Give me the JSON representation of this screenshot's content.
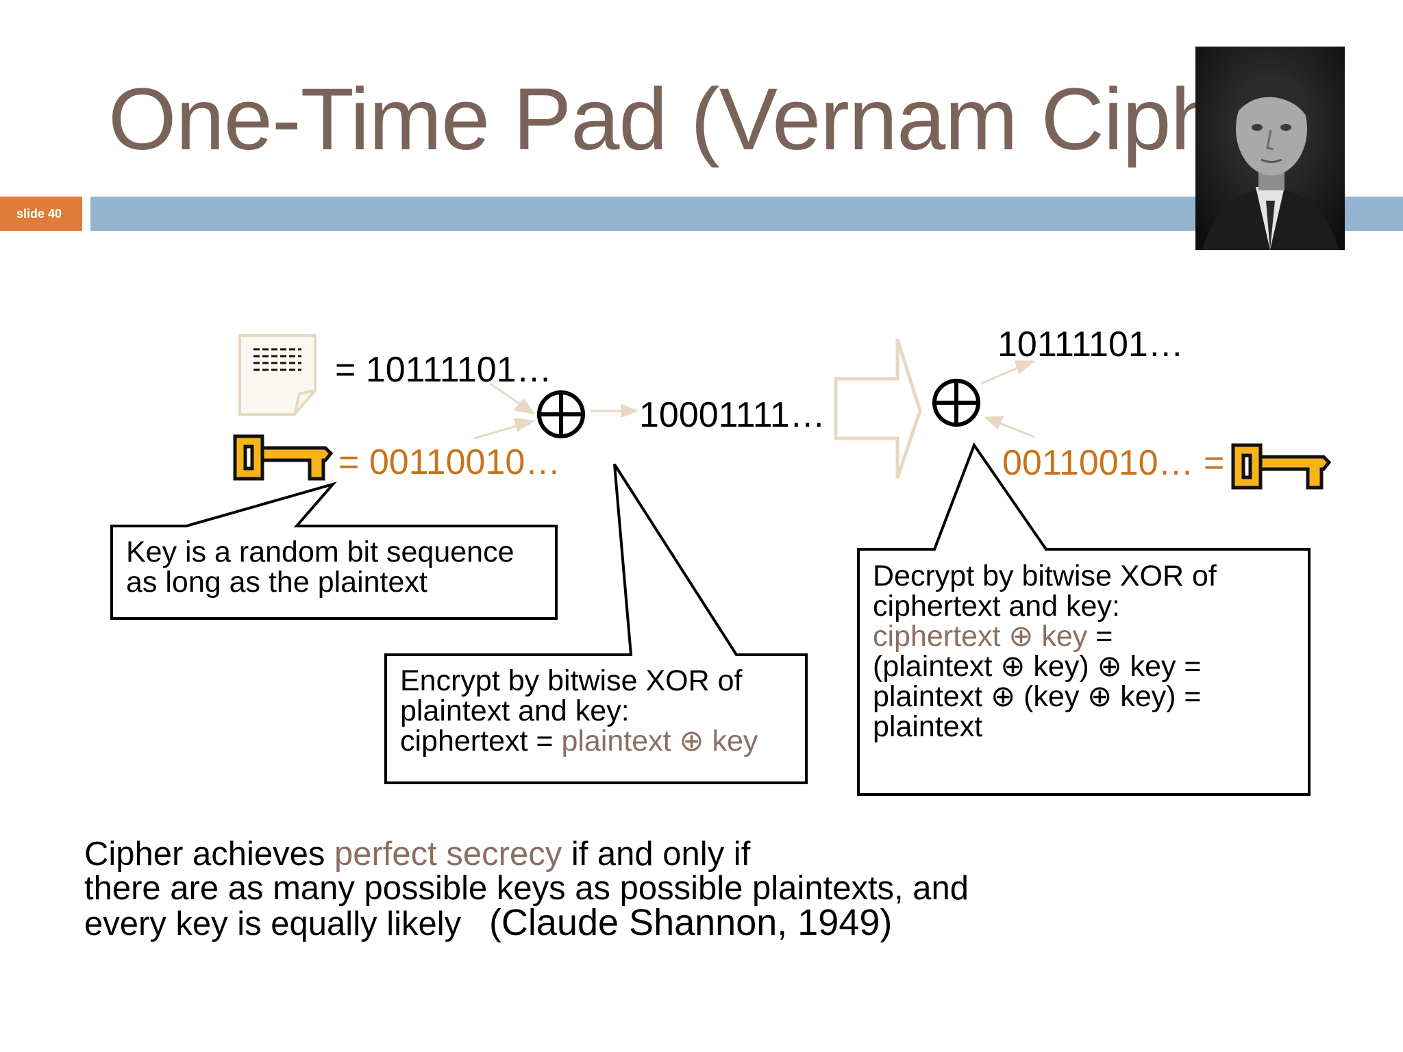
{
  "colors": {
    "title": "#7a6358",
    "accent_brown": "#8a6f62",
    "key_orange": "#c8741e",
    "tag_orange": "#e07b39",
    "bar_blue": "#95b4cf",
    "arrow_tan": "#e6d8c2",
    "key_gold": "#f7b41a"
  },
  "title": "One-Time Pad (Vernam Ciph",
  "slide_tag": "slide 40",
  "icons": {
    "document": "document-icon",
    "key": "key-icon",
    "xor": "xor-icon",
    "arrow": "arrow-icon"
  },
  "encrypt": {
    "plaintext_bits": "= 10111101…",
    "key_bits": "= 00110010…",
    "ciphertext_bits": "10001111…"
  },
  "decrypt": {
    "plaintext_bits": "10111101…",
    "key_bits": "00110010… ="
  },
  "callouts": {
    "key": {
      "line1": "Key is a random bit sequence",
      "line2": "as long as the plaintext"
    },
    "encrypt": {
      "line1": "Encrypt by bitwise XOR of",
      "line2": "plaintext and key:",
      "line3_prefix": "ciphertext = ",
      "line3_emph": "plaintext ⊕ key"
    },
    "decrypt": {
      "line1": "Decrypt by bitwise XOR of",
      "line2": "ciphertext and key:",
      "line3_emph": "ciphertext ⊕ key",
      "line3_suffix": " =",
      "line4": "(plaintext ⊕ key) ⊕ key =",
      "line5": "plaintext ⊕ (key ⊕ key) =",
      "line6": "plaintext"
    }
  },
  "footer": {
    "line1_prefix": "Cipher achieves ",
    "line1_emph": "perfect secrecy",
    "line1_suffix": " if and only if",
    "line2": "there are as many possible keys as possible plaintexts, and",
    "line3": "every key is equally likely   ",
    "citation": "(Claude Shannon, 1949)"
  }
}
